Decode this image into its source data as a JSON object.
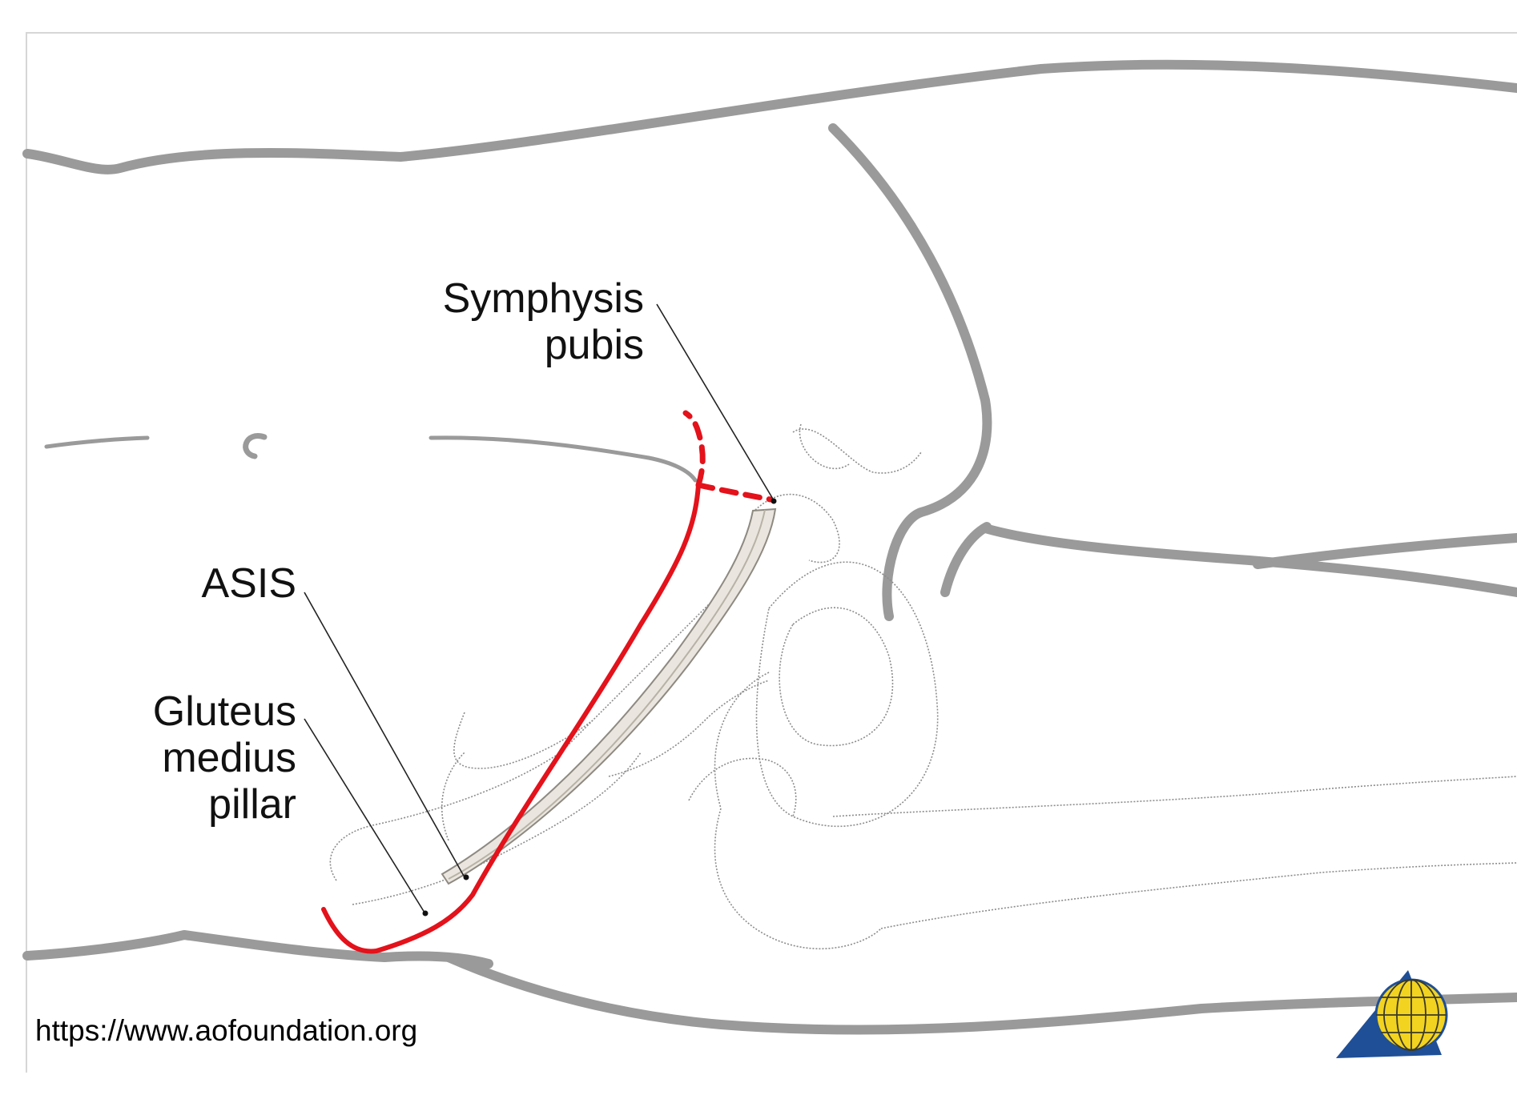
{
  "diagram": {
    "labels": {
      "symphysis_line1": "Symphysis",
      "symphysis_line2": "pubis",
      "asis": "ASIS",
      "gluteus_line1": "Gluteus",
      "gluteus_line2": "medius",
      "gluteus_line3": "pillar"
    },
    "source_text": "https://www.aofoundation.org",
    "colors": {
      "incision": "#e3121b",
      "body_outline": "#9a9a9a",
      "bone_outline": "#8c8c8c",
      "logo_triangle": "#1f4f96",
      "logo_globe": "#f2d320"
    },
    "logo_icon": "ao-foundation-logo-icon"
  }
}
